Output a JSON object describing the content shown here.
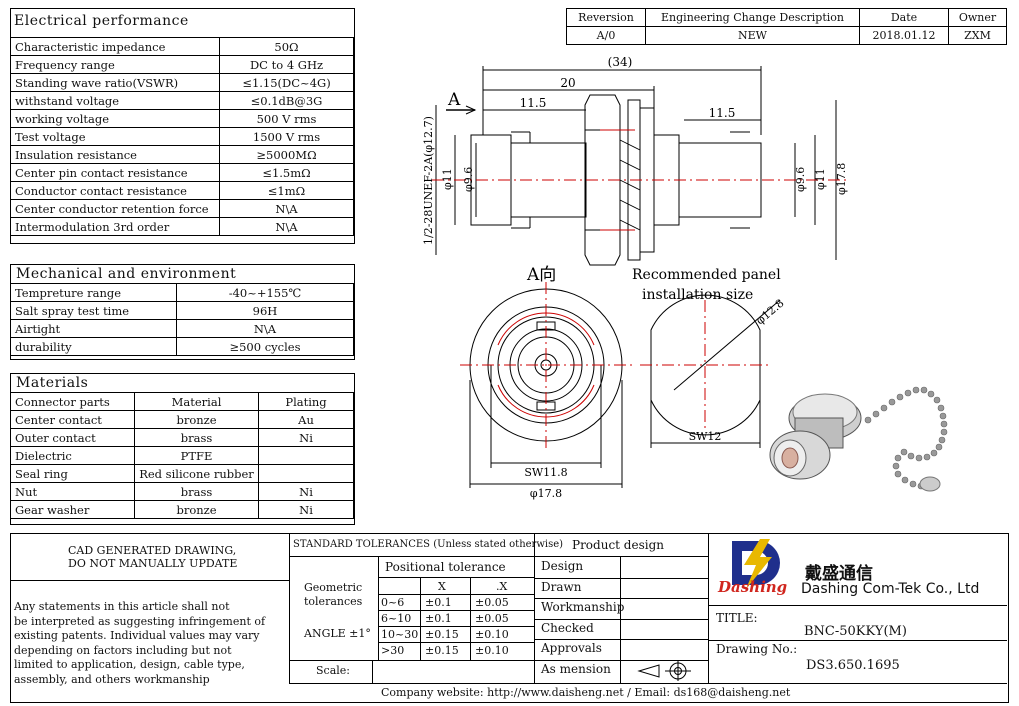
{
  "electrical": {
    "title": "Electrical performance",
    "rows": [
      {
        "name": "Characteristic impedance",
        "value": "50Ω"
      },
      {
        "name": "Frequency range",
        "value": "DC to 4 GHz"
      },
      {
        "name": "Standing wave ratio(VSWR)",
        "value": "≤1.15(DC~4G)"
      },
      {
        "name": "withstand voltage",
        "value": "≤0.1dB@3G"
      },
      {
        "name": "working voltage",
        "value": "500 V rms"
      },
      {
        "name": "Test voltage",
        "value": "1500 V rms"
      },
      {
        "name": "Insulation resistance",
        "value": "≥5000MΩ"
      },
      {
        "name": "Center pin contact resistance",
        "value": "≤1.5mΩ"
      },
      {
        "name": "Conductor contact resistance",
        "value": "≤1mΩ"
      },
      {
        "name": "Center conductor retention force",
        "value": "N\\A"
      },
      {
        "name": "Intermodulation 3rd order",
        "value": "N\\A"
      }
    ]
  },
  "mechanical": {
    "title": "Mechanical and environment",
    "rows": [
      {
        "name": "Tempreture range",
        "value": "-40~+155℃"
      },
      {
        "name": "Salt spray test time",
        "value": "96H"
      },
      {
        "name": "Airtight",
        "value": "N\\A"
      },
      {
        "name": "durability",
        "value": "≥500 cycles"
      }
    ]
  },
  "materials": {
    "title": "Materials",
    "headers": [
      "Connector parts",
      "Material",
      "Plating"
    ],
    "rows": [
      {
        "part": "Center contact",
        "material": "bronze",
        "plating": "Au"
      },
      {
        "part": "Outer contact",
        "material": "brass",
        "plating": "Ni"
      },
      {
        "part": "Dielectric",
        "material": "PTFE",
        "plating": ""
      },
      {
        "part": "Seal ring",
        "material": "Red silicone rubber",
        "plating": ""
      },
      {
        "part": "Nut",
        "material": "brass",
        "plating": "Ni"
      },
      {
        "part": "Gear washer",
        "material": "bronze",
        "plating": "Ni"
      }
    ]
  },
  "revision": {
    "headers": [
      "Reversion",
      "Engineering Change Description",
      "Date",
      "Owner"
    ],
    "row": [
      "A/0",
      "NEW",
      "2018.01.12",
      "ZXM"
    ]
  },
  "drawing": {
    "dim_34": "(34)",
    "dim_20": "20",
    "dim_11_5_left": "11.5",
    "dim_11_5_right": "11.5",
    "arrow_a": "A",
    "thread_label": "1/2-28UNEF-2A(φ12.7)",
    "dim_phi11_left": "φ11",
    "dim_phi9_6_left": "φ9.6",
    "dim_phi9_6_right": "φ9.6",
    "dim_phi11_right": "φ11",
    "dim_phi17_8_side": "φ17.8",
    "view_a_label": "A向",
    "panel_label_line1": "Recommended panel",
    "panel_label_line2": "installation size",
    "dim_phi12_8": "φ12.8",
    "dim_sw12": "SW12",
    "dim_sw11_8": "SW11.8",
    "dim_phi17_8_front": "φ17.8"
  },
  "notes": {
    "cad_line1": "CAD GENERATED DRAWING,",
    "cad_line2": "DO NOT MANUALLY UPDATE",
    "disclaimer": [
      "Any statements in this article shall  not",
      "be interpreted as suggesting infringement of",
      "existing patents. Individual values may vary",
      "depending on factors including but not",
      "limited to application, design, cable type,",
      "assembly, and others workmanship"
    ]
  },
  "tolerances": {
    "title": "STANDARD TOLERANCES (Unless stated otherwise)",
    "positional": "Positional tolerance",
    "geometric_line1": "Geometric",
    "geometric_line2": "tolerances",
    "angle": "ANGLE ±1°",
    "col_x": "X",
    "col_dx": ".X",
    "rows": [
      {
        "range": "0~6",
        "x": "±0.1",
        "dx": "±0.05"
      },
      {
        "range": "6~10",
        "x": "±0.1",
        "dx": "±0.05"
      },
      {
        "range": "10~30",
        "x": "±0.15",
        "dx": "±0.10"
      },
      {
        "range": ">30",
        "x": "±0.15",
        "dx": "±0.10"
      }
    ],
    "scale": "Scale:"
  },
  "product_design": {
    "title": "Product design",
    "rows": [
      "Design",
      "Drawn",
      "Workmanship",
      "Checked",
      "Approvals",
      "As mension"
    ]
  },
  "company": {
    "logo_text": "Dashing",
    "name_cn": "戴盛通信",
    "name_en": "Dashing Com-Tek Co., Ltd",
    "title_label": "TITLE:",
    "title_value": "BNC-50KKY(M)",
    "drawing_no_label": "Drawing No.:",
    "drawing_no_value": "DS3.650.1695",
    "footer": "Company website: http://www.daisheng.net / Email:  ds168@daisheng.net"
  },
  "colors": {
    "line": "#000000",
    "center": "#cc0000",
    "logo_blue": "#1f2f8c",
    "logo_red": "#d0261e"
  }
}
